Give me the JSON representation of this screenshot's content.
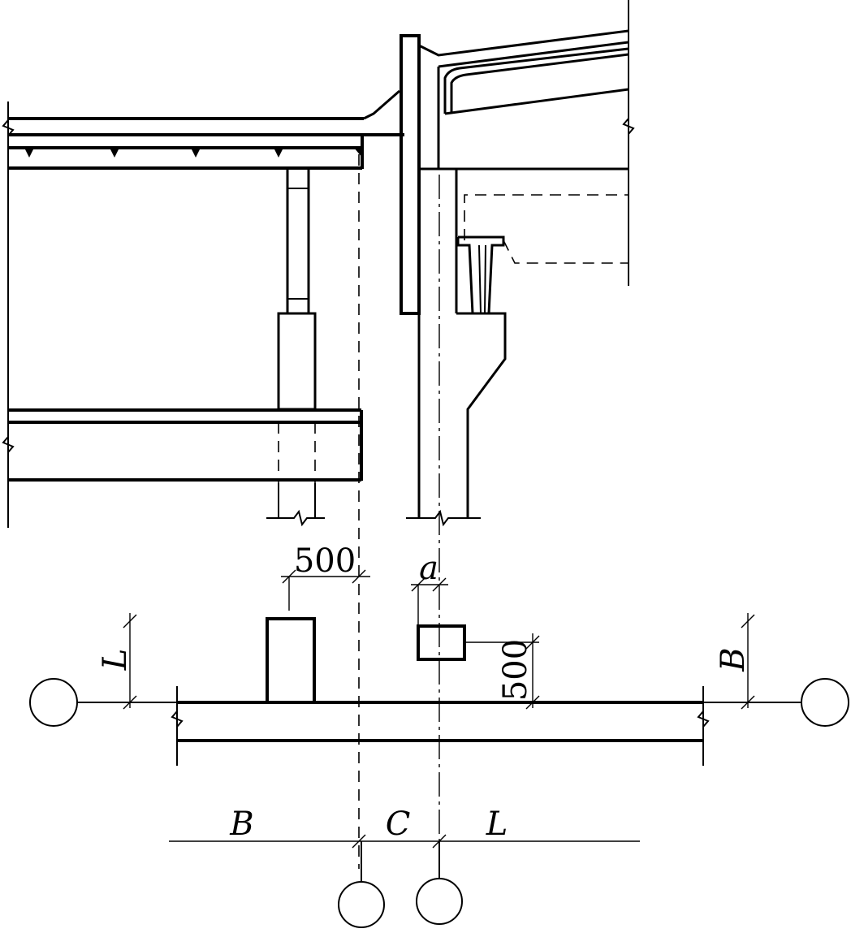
{
  "drawing": {
    "dimensions": {
      "top_offset": "500",
      "top_offset_column": "a",
      "right_offset": "500",
      "left_vertical": "L",
      "right_vertical": "B",
      "bottom_left": "B",
      "bottom_middle": "C",
      "bottom_right": "L"
    },
    "axis_bubbles": {
      "left": "",
      "right": "",
      "bottom_left": "",
      "bottom_right": ""
    }
  }
}
